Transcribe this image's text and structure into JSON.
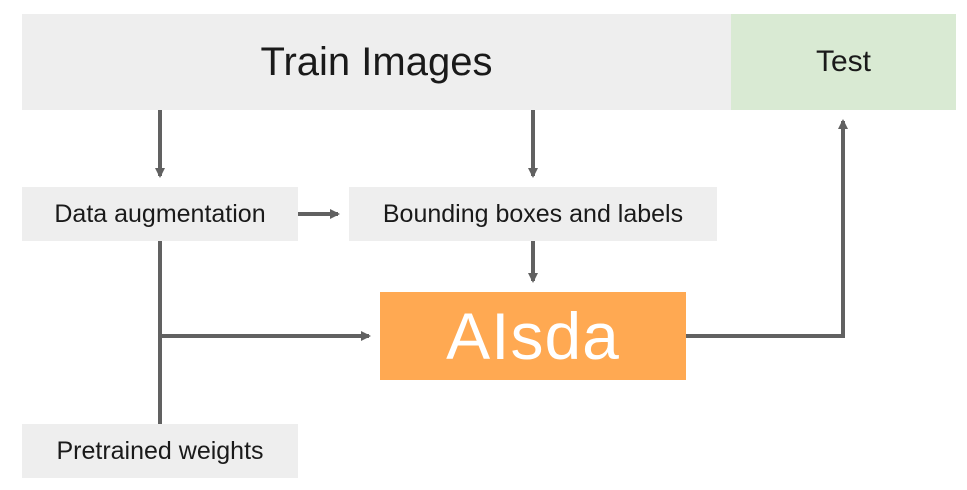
{
  "nodes": {
    "train_images": "Train Images",
    "test": "Test",
    "data_augmentation": "Data augmentation",
    "bounding_boxes": "Bounding boxes and labels",
    "model": "AIsda",
    "pretrained_weights": "Pretrained weights"
  },
  "colors": {
    "neutral_box": "#eeeeee",
    "test_box": "#d9ead3",
    "model_box": "#ffa952",
    "arrow": "#616161"
  }
}
